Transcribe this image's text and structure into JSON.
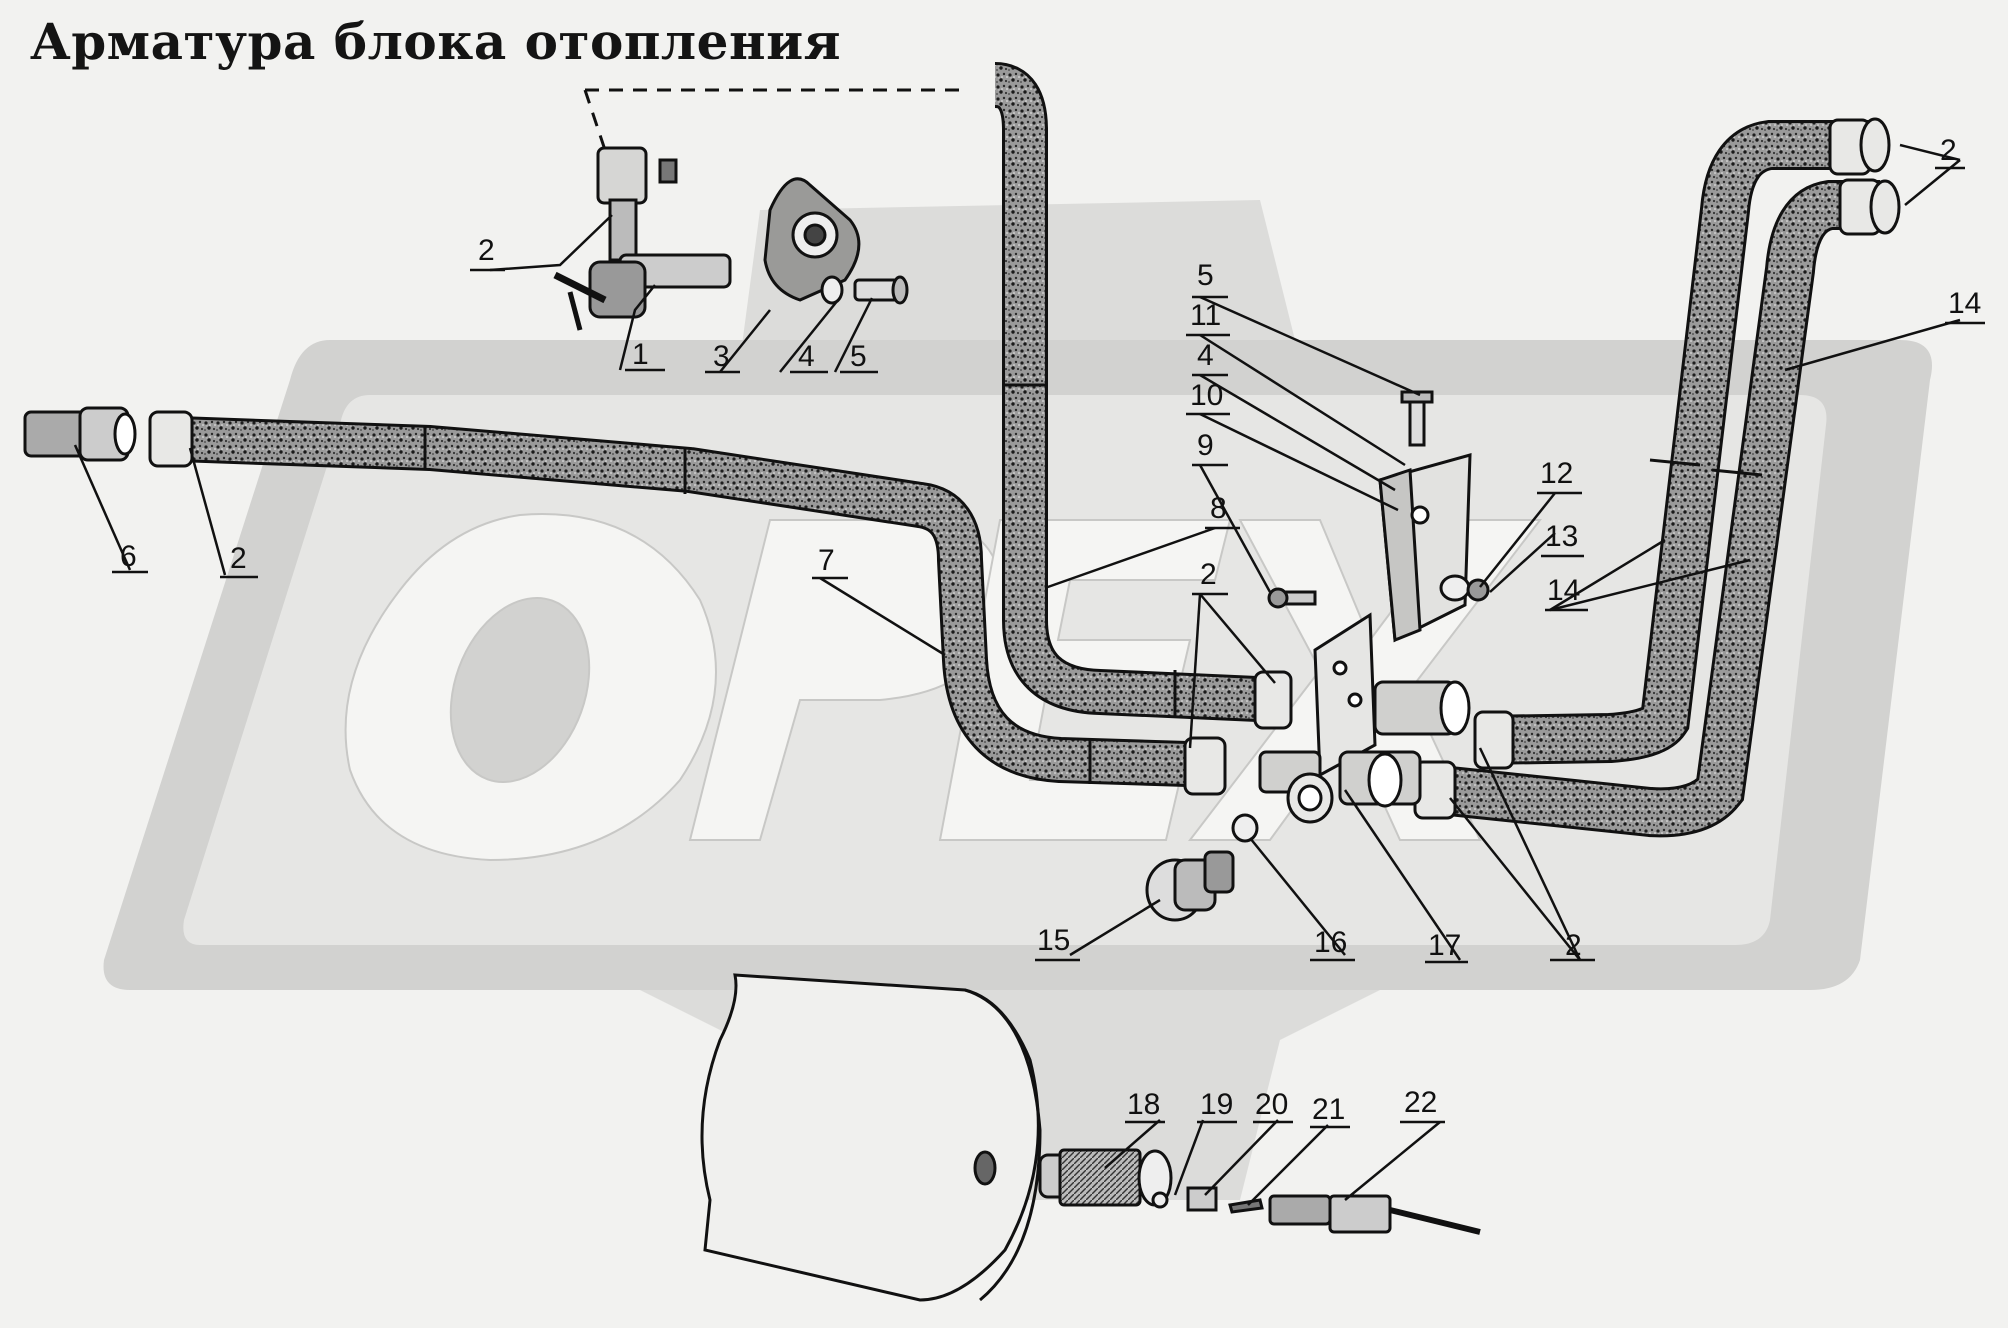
{
  "title": "Арматура блока отопления",
  "watermark": "OPEX",
  "colors": {
    "background": "#f2f2f0",
    "hose": "#8a8a8a",
    "line": "#111111",
    "watermark": "#d9d9d7"
  },
  "callouts": [
    {
      "id": "c1",
      "label": "1"
    },
    {
      "id": "c2a",
      "label": "2"
    },
    {
      "id": "c3",
      "label": "3"
    },
    {
      "id": "c4a",
      "label": "4"
    },
    {
      "id": "c5a",
      "label": "5"
    },
    {
      "id": "c6",
      "label": "6"
    },
    {
      "id": "c2b",
      "label": "2"
    },
    {
      "id": "c5b",
      "label": "5"
    },
    {
      "id": "c11",
      "label": "11"
    },
    {
      "id": "c4b",
      "label": "4"
    },
    {
      "id": "c10",
      "label": "10"
    },
    {
      "id": "c9",
      "label": "9"
    },
    {
      "id": "c8",
      "label": "8"
    },
    {
      "id": "c7",
      "label": "7"
    },
    {
      "id": "c2c",
      "label": "2"
    },
    {
      "id": "c12",
      "label": "12"
    },
    {
      "id": "c13",
      "label": "13"
    },
    {
      "id": "c14a",
      "label": "14"
    },
    {
      "id": "c14b",
      "label": "14"
    },
    {
      "id": "c2d",
      "label": "2"
    },
    {
      "id": "c2e",
      "label": "2"
    },
    {
      "id": "c15",
      "label": "15"
    },
    {
      "id": "c16",
      "label": "16"
    },
    {
      "id": "c17",
      "label": "17"
    },
    {
      "id": "c18",
      "label": "18"
    },
    {
      "id": "c19",
      "label": "19"
    },
    {
      "id": "c20",
      "label": "20"
    },
    {
      "id": "c21",
      "label": "21"
    },
    {
      "id": "c22",
      "label": "22"
    }
  ]
}
